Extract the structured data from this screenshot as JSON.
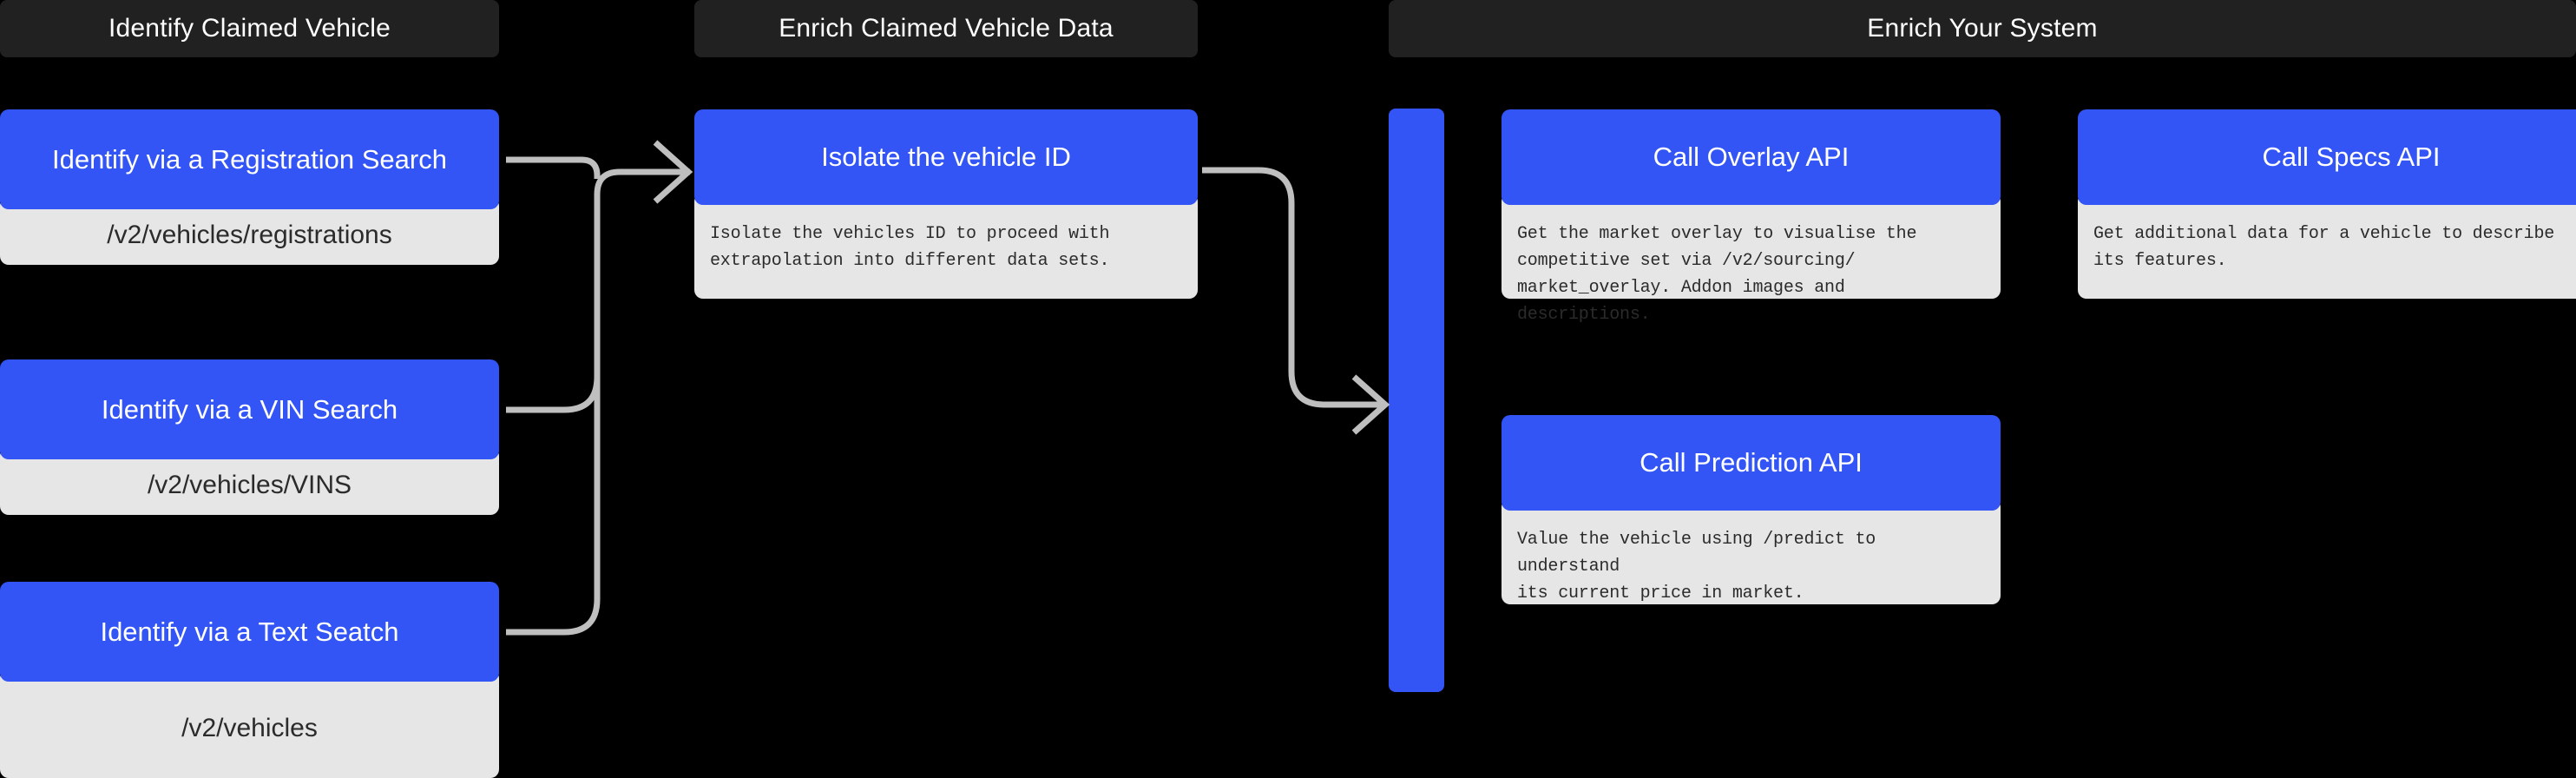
{
  "canvas": {
    "background_color": "#000000",
    "accent_blue": "#3355f5",
    "panel_gray": "#e6e6e6",
    "header_dark": "#212121",
    "connector_gray": "#bfbfbf"
  },
  "lanes": [
    {
      "title": "Identify Claimed Vehicle"
    },
    {
      "title": "Enrich Claimed Vehicle Data"
    },
    {
      "title": "Enrich Your System"
    }
  ],
  "nodes": {
    "registration_search": {
      "title": "Identify via a Registration Search",
      "body": "/v2/vehicles/registrations"
    },
    "vin_search": {
      "title": "Identify via a VIN Search",
      "body": "/v2/vehicles/VINS"
    },
    "text_search": {
      "title": "Identify via a Text Seatch",
      "body": "/v2/vehicles"
    },
    "isolate_vehicle_id": {
      "title": "Isolate the vehicle ID",
      "body": "Isolate the vehicles ID to proceed with\nextrapolation into different data sets."
    },
    "overlay_api": {
      "title": "Call Overlay API",
      "body": "Get the market overlay to visualise the\ncompetitive set via /v2/sourcing/\nmarket_overlay. Addon images and descriptions."
    },
    "prediction_api": {
      "title": "Call Prediction API",
      "body": "Value the vehicle using /predict to understand\nits current price in market."
    },
    "specs_api": {
      "title": "Call Specs API",
      "body": "Get additional data for a vehicle to describe\nits features."
    }
  }
}
